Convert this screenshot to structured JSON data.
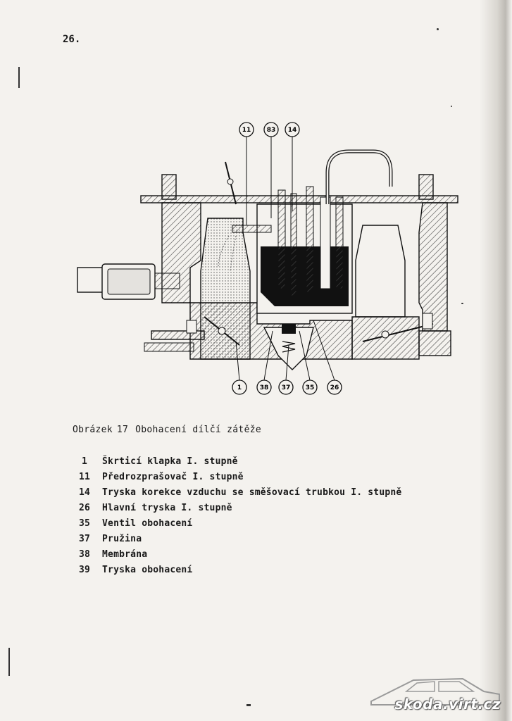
{
  "page": {
    "number": "26."
  },
  "figure": {
    "callouts_top": [
      "11",
      "83",
      "14"
    ],
    "callouts_bottom": [
      "1",
      "38",
      "37",
      "35",
      "26"
    ]
  },
  "caption": {
    "prefix": "Obrázek",
    "number": "17",
    "text": "Obohacení dílčí zátěže"
  },
  "legend": [
    {
      "num": "1",
      "text": "Škrticí klapka I. stupně"
    },
    {
      "num": "11",
      "text": "Předrozprašovač I. stupně"
    },
    {
      "num": "14",
      "text": "Tryska korekce vzduchu se směšovací trubkou I. stupně"
    },
    {
      "num": "26",
      "text": "Hlavní tryska I. stupně"
    },
    {
      "num": "35",
      "text": "Ventil obohacení"
    },
    {
      "num": "37",
      "text": "Pružina"
    },
    {
      "num": "38",
      "text": "Membrána"
    },
    {
      "num": "39",
      "text": "Tryska obohacení"
    }
  ],
  "watermark": {
    "text": "skoda.virt.cz"
  },
  "colors": {
    "paper": "#f4f2ee",
    "ink": "#1a1a1a",
    "hatch": "#444444",
    "dark_fuel": "#111111"
  }
}
